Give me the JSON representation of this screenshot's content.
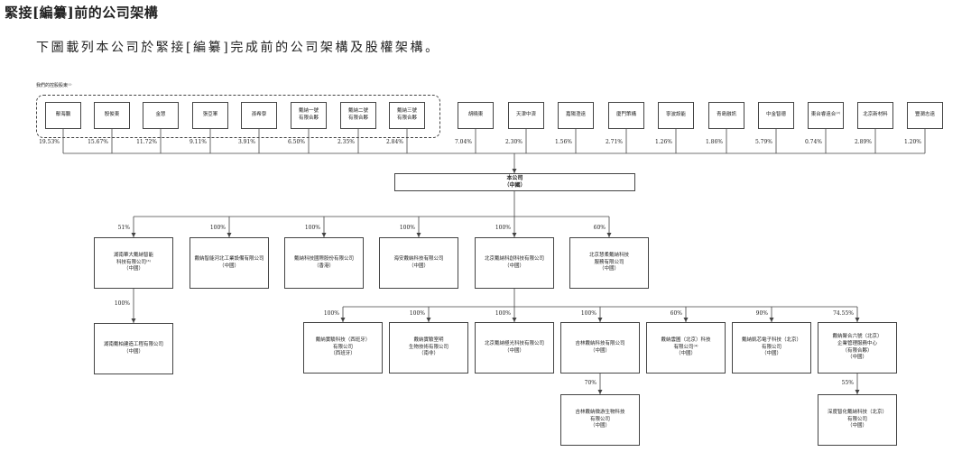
{
  "title": "緊接[編纂]前的公司架構",
  "intro": "下圖載列本公司於緊接[編纂]完成前的公司架構及股權架構。",
  "controlling_group_label": "我們的控股股東⁽¹⁾",
  "controlling_shareholders": [
    {
      "name": "鄢海鵬",
      "stake": "19.53%"
    },
    {
      "name": "殷俊東",
      "stake": "15.67%"
    },
    {
      "name": "金慧",
      "stake": "11.72%"
    },
    {
      "name": "張亞軍",
      "stake": "9.11%"
    },
    {
      "name": "孫希學",
      "stake": "3.91%"
    },
    {
      "name": "戴納一號\n有限合夥",
      "stake": "6.50%"
    },
    {
      "name": "戴納二號\n有限合夥",
      "stake": "2.35%"
    },
    {
      "name": "戴納三號\n有限合夥",
      "stake": "2.84%"
    }
  ],
  "other_shareholders": [
    {
      "name": "胡曉東",
      "stake": "7.04%"
    },
    {
      "name": "天津中濟",
      "stake": "2.30%"
    },
    {
      "name": "嘉陽澄遠",
      "stake": "1.56%"
    },
    {
      "name": "廈門策構",
      "stake": "2.71%"
    },
    {
      "name": "寧波設能",
      "stake": "1.26%"
    },
    {
      "name": "青島融訊",
      "stake": "1.86%"
    },
    {
      "name": "中金智德",
      "stake": "5.79%"
    },
    {
      "name": "東台睿遠合⁽²⁾",
      "stake": "0.74%"
    },
    {
      "name": "北京新材料",
      "stake": "2.89%"
    },
    {
      "name": "豐潤志遠",
      "stake": "1.20%"
    }
  ],
  "company": {
    "name": "本公司\n（中國）"
  },
  "subsidiaries": [
    {
      "name": "湖南華大戴納智能\n科技有限公司⁽³⁾\n（中國）",
      "stake": "51%",
      "children": [
        {
          "name": "湖南戴柏建造工程有限公司\n（中國）",
          "stake": "100%"
        }
      ]
    },
    {
      "name": "戴納智能河北工業設備有限公司\n（中國）",
      "stake": "100%"
    },
    {
      "name": "戴納科技國際股份有限公司\n（香港）",
      "stake": "100%"
    },
    {
      "name": "海安戴納科技有限公司\n（中國）",
      "stake": "100%"
    },
    {
      "name": "北京戴納科創科技有限公司\n（中國）",
      "stake": "100%",
      "children": [
        {
          "name": "戴納實驗科技（西班牙）\n有限公司\n（西班牙）",
          "stake": "100%"
        },
        {
          "name": "戴納實驗室明\n生物技術有限公司\n（南非）",
          "stake": "100%"
        },
        {
          "name": "北京戴納極光科技有限公司\n（中國）",
          "stake": "100%"
        },
        {
          "name": "吉林戴納科技有限公司\n（中國）",
          "stake": "100%",
          "children": [
            {
              "name": "吉林戴納微游生物科技\n有限公司\n（中國）",
              "stake": "70%"
            }
          ]
        },
        {
          "name": "戴納雲圖（北京）科技\n有限公司⁽⁴⁾\n（中國）",
          "stake": "60%"
        },
        {
          "name": "戴納凱芯電子科技（北京）\n有限公司\n（中國）",
          "stake": "90%"
        },
        {
          "name": "戴納聚合六號（北京）\n企業管理服務中心\n（有限合夥）\n（中國）",
          "stake": "74.55%",
          "children": [
            {
              "name": "深度智化戴納科技（北京）\n有限公司\n（中國）",
              "stake": "55%"
            }
          ]
        }
      ]
    },
    {
      "name": "北京慧柔戴納科技\n服務有限公司\n（中國）",
      "stake": "60%"
    }
  ]
}
